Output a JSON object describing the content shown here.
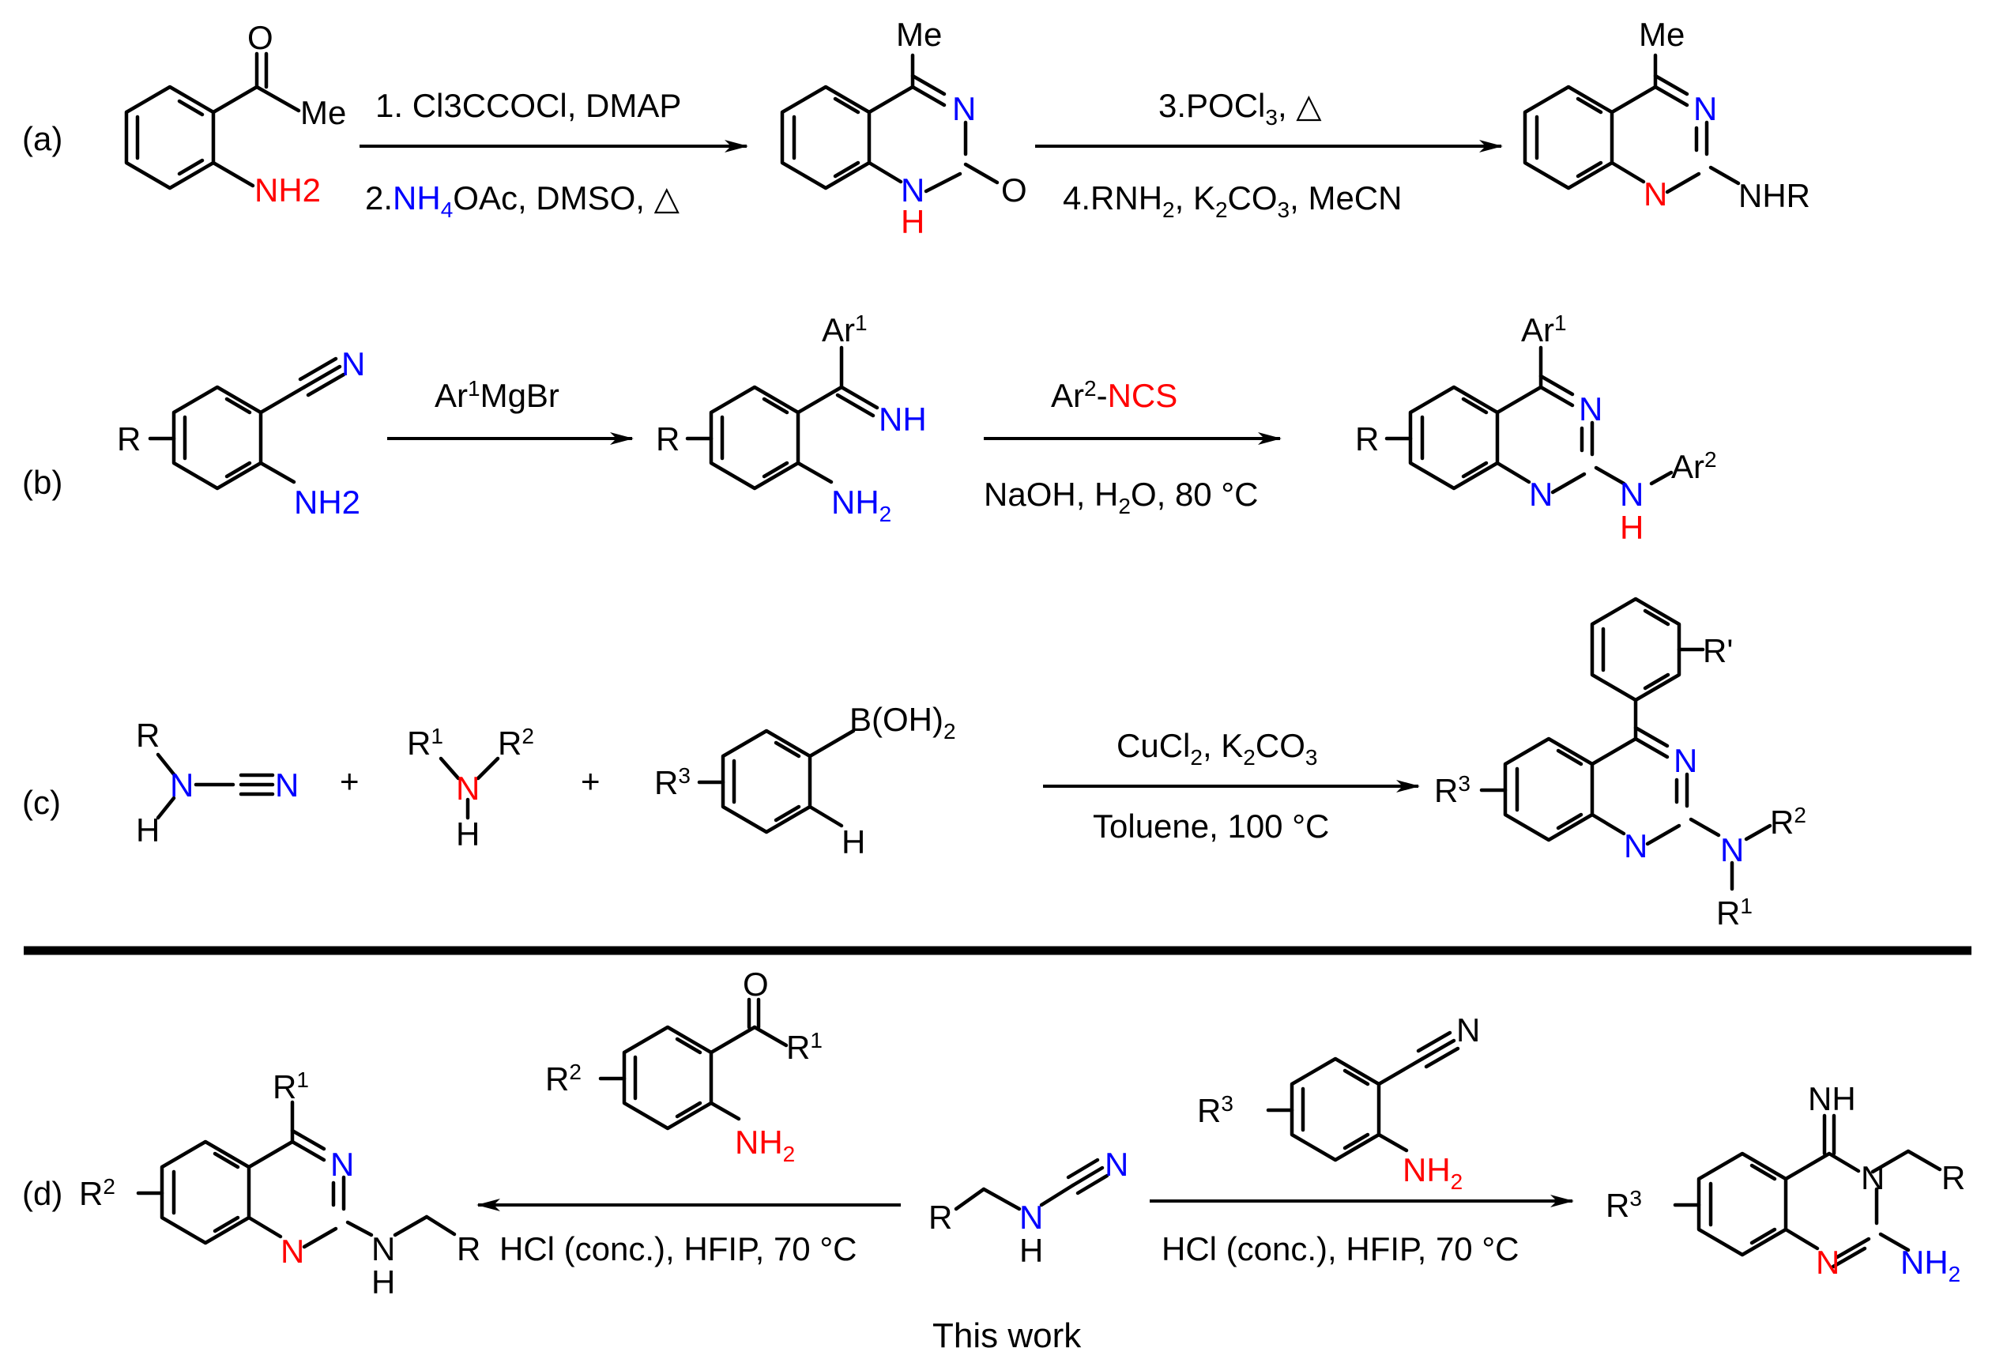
{
  "scheme": {
    "a": {
      "label": "(a)",
      "sm": {
        "carbonyl_o": "O",
        "methyl": "Me",
        "amine": "NH2"
      },
      "cond_top": "1. Cl3CCOCl, DMAP",
      "cond_bottom": "2.NH4OAc, DMSO, △",
      "int": {
        "methyl": "Me",
        "n3": "N",
        "n1": "N",
        "h1": "H",
        "oxo": "O"
      },
      "cond2_top": "3.POCl3, △",
      "cond2_bottom": "4.RNH2, K2CO3, MeCN",
      "prod": {
        "methyl": "Me",
        "n3": "N",
        "n1": "N",
        "nhr": "NHR"
      }
    },
    "b": {
      "label": "(b)",
      "sm": {
        "r": "R",
        "nitrile_n": "N",
        "amine": "NH2"
      },
      "cond_top": "Ar1MgBr",
      "int": {
        "ar": "Ar1",
        "nh": "NH",
        "r": "R",
        "amine": "NH2"
      },
      "cond2_top_a": "Ar2-",
      "cond2_top_b": "NCS",
      "cond2_bottom": "NaOH, H2O, 80 °C",
      "prod": {
        "ar": "Ar1",
        "n3": "N",
        "n1": "N",
        "r": "R",
        "nh_n": "N",
        "nh_h": "H",
        "ar2": "Ar2"
      }
    },
    "c": {
      "label": "(c)",
      "cyanamide": {
        "r": "R",
        "n": "N",
        "h": "H",
        "cn_n": "N"
      },
      "plus1": "+",
      "amine": {
        "r1": "R1",
        "r2": "R2",
        "n": "N",
        "h": "H"
      },
      "plus2": "+",
      "boronic": {
        "b": "B(OH)2",
        "r3": "R3",
        "h": "H"
      },
      "cond_top": "CuCl2, K2CO3",
      "cond_bottom": "Toluene, 100 °C",
      "prod": {
        "rprime": "R'",
        "r3": "R3",
        "n3": "N",
        "n1": "N",
        "nn": "N",
        "r2": "R2",
        "r1": "R1"
      }
    },
    "d": {
      "label": "(d)",
      "left_prod": {
        "r1": "R1",
        "r2": "R2",
        "n3": "N",
        "n1": "N",
        "nh_n": "N",
        "nh_h": "H",
        "r": "R"
      },
      "left_sm": {
        "o": "O",
        "r1": "R1",
        "r2": "R2",
        "amine": "NH2"
      },
      "left_cond": "HCl (conc.), HFIP, 70 °C",
      "center": {
        "r": "R",
        "n": "N",
        "h": "H",
        "cn_n": "N"
      },
      "right_sm": {
        "cn_n": "N",
        "r3": "R3",
        "amine": "NH2"
      },
      "right_cond": "HCl (conc.), HFIP, 70 °C",
      "right_prod": {
        "imine": "NH",
        "n3": "N",
        "r": "R",
        "r3": "R3",
        "n1": "N",
        "amine": "NH2"
      },
      "footer": "This work"
    }
  }
}
